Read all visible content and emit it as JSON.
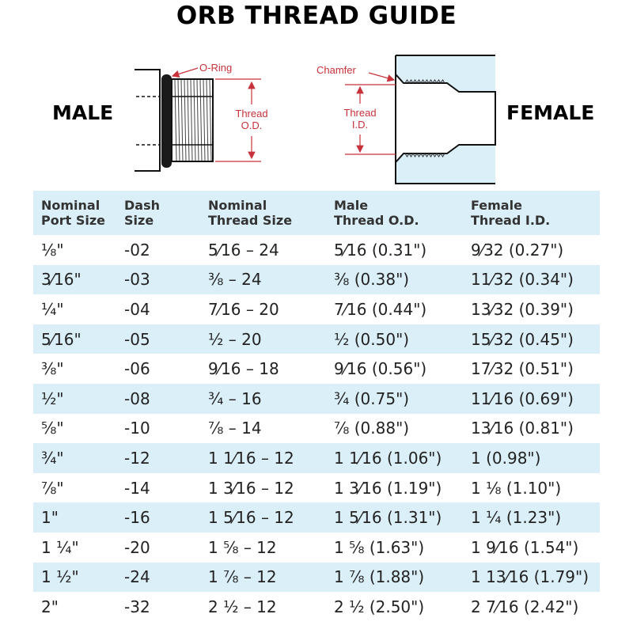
{
  "title": "ORB THREAD GUIDE",
  "labels": {
    "male": "MALE",
    "female": "FEMALE"
  },
  "diagram": {
    "o_ring": "O-Ring",
    "thread_od": "Thread O.D.",
    "chamfer": "Chamfer",
    "thread_id": "Thread I.D.",
    "label_color": "#c8323a",
    "fill_color": "#dbeff9"
  },
  "table": {
    "headers": [
      "Nominal\nPort Size",
      "Dash\nSize",
      "Nominal\nThread Size",
      "Male\nThread O.D.",
      "Female\nThread I.D."
    ],
    "rows": [
      [
        "⅛\"",
        "-02",
        "5⁄16 – 24",
        "5⁄16 (0.31\")",
        "9⁄32 (0.27\")"
      ],
      [
        "3⁄16\"",
        "-03",
        "⅜ – 24",
        "⅜ (0.38\")",
        "11⁄32 (0.34\")"
      ],
      [
        "¼\"",
        "-04",
        "7⁄16 – 20",
        "7⁄16 (0.44\")",
        "13⁄32 (0.39\")"
      ],
      [
        "5⁄16\"",
        "-05",
        "½ – 20",
        "½ (0.50\")",
        "15⁄32 (0.45\")"
      ],
      [
        "⅜\"",
        "-06",
        "9⁄16 – 18",
        "9⁄16 (0.56\")",
        "17⁄32 (0.51\")"
      ],
      [
        "½\"",
        "-08",
        "¾ – 16",
        "¾ (0.75\")",
        "11⁄16 (0.69\")"
      ],
      [
        "⅝\"",
        "-10",
        "⅞ – 14",
        "⅞ (0.88\")",
        "13⁄16 (0.81\")"
      ],
      [
        "¾\"",
        "-12",
        "1 1⁄16 – 12",
        "1 1⁄16 (1.06\")",
        "1 (0.98\")"
      ],
      [
        "⅞\"",
        "-14",
        "1 3⁄16 – 12",
        "1 3⁄16 (1.19\")",
        "1 ⅛ (1.10\")"
      ],
      [
        "1\"",
        "-16",
        "1 5⁄16 – 12",
        "1 5⁄16 (1.31\")",
        "1 ¼ (1.23\")"
      ],
      [
        "1 ¼\"",
        "-20",
        "1 ⅝ – 12",
        "1 ⅝ (1.63\")",
        "1 9⁄16 (1.54\")"
      ],
      [
        "1 ½\"",
        "-24",
        "1 ⅞ – 12",
        "1 ⅞ (1.88\")",
        "1 13⁄16 (1.79\")"
      ],
      [
        "2\"",
        "-32",
        "2 ½ – 12",
        "2 ½ (2.50\")",
        "2 7⁄16 (2.42\")"
      ]
    ]
  }
}
